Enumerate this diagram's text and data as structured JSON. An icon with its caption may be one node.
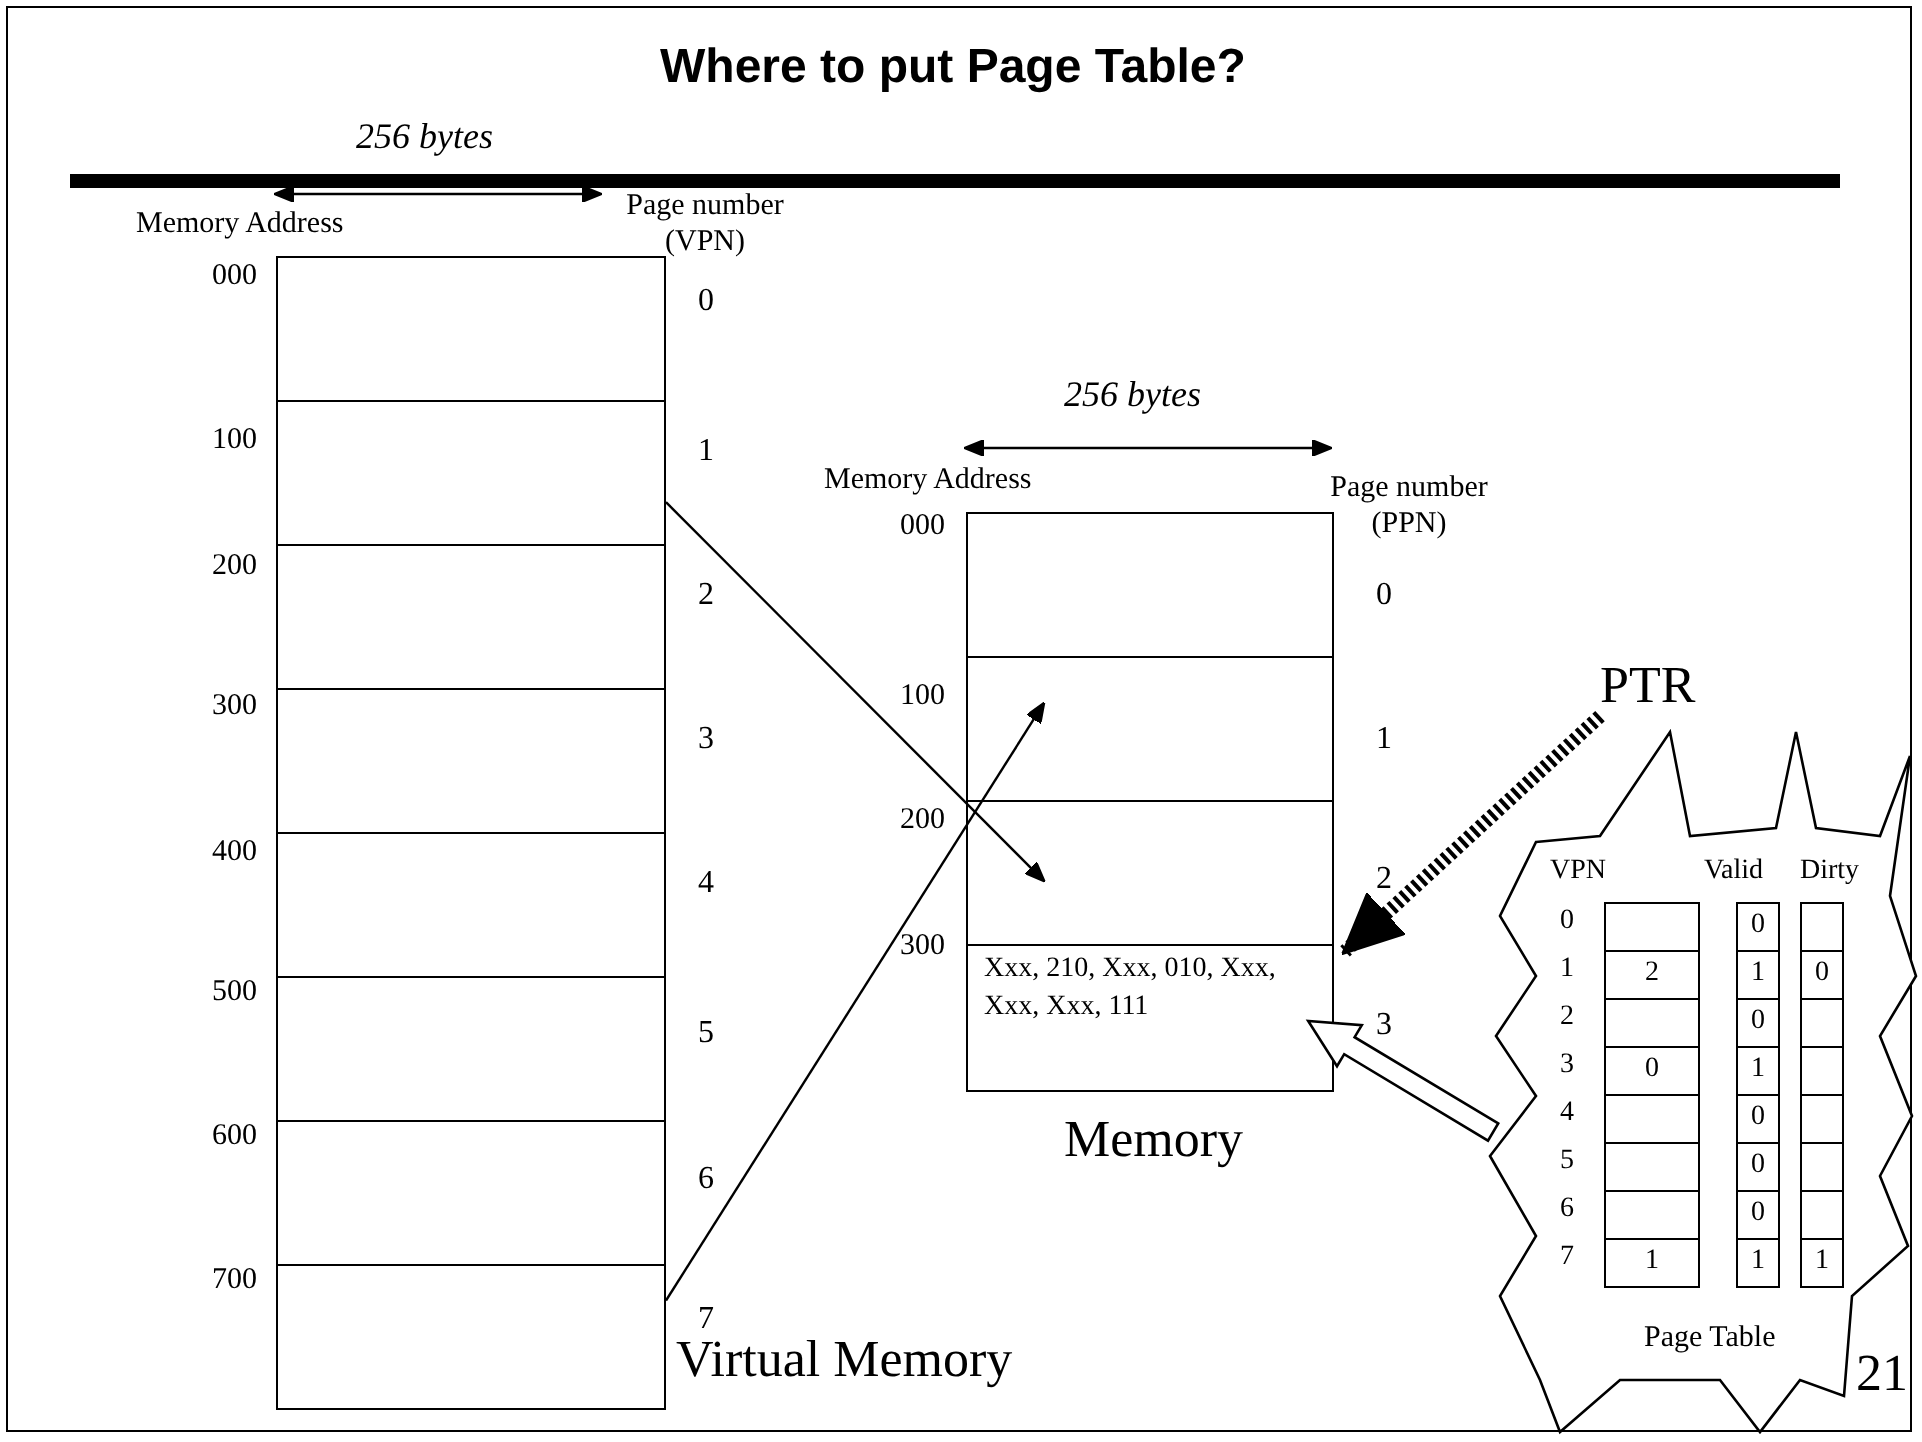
{
  "diagram": {
    "title": "Where to put Page Table?",
    "nodes": [
      {
        "text": [],
        "shape": "box",
        "beside": [
          "000",
          "0"
        ]
      },
      {
        "text": [],
        "shape": "box",
        "beside": [
          "100",
          "1"
        ]
      },
      {
        "text": [],
        "shape": "box",
        "beside": [
          "200",
          "2"
        ]
      },
      {
        "text": [],
        "shape": "box",
        "beside": [
          "300",
          "3"
        ]
      },
      {
        "text": [],
        "shape": "box",
        "beside": [
          "400",
          "4"
        ]
      },
      {
        "text": [],
        "shape": "box",
        "beside": [
          "500",
          "5"
        ]
      },
      {
        "text": [],
        "shape": "box",
        "beside": [
          "600",
          "6"
        ]
      },
      {
        "text": [],
        "shape": "box",
        "beside": [
          "700",
          "7"
        ]
      },
      {
        "text": [],
        "shape": "box",
        "beside": [
          "000",
          "0"
        ]
      },
      {
        "text": [],
        "shape": "box",
        "beside": [
          "100",
          "1"
        ]
      },
      {
        "text": [],
        "shape": "box",
        "beside": [
          "200",
          "2"
        ]
      },
      {
        "text": [
          "Xxx, 210, Xxx, 010, Xxx, Xxx, Xxx, 111"
        ],
        "beside": [
          "300",
          "3"
        ]
      },
      {
        "text": [
          "PTR"
        ]
      },
      {
        "text": [
          "Page Table"
        ]
      }
    ],
    "edges": [
      {
        "from": 1,
        "to": 10,
        "arrow": "to"
      },
      {
        "from": 7,
        "to": 9,
        "arrow": "to"
      },
      {
        "from": 12,
        "to": 11,
        "arrow": "to",
        "style": "dashed"
      },
      {
        "from": 13,
        "to": 11,
        "arrow": "to",
        "style": "thick"
      }
    ],
    "labels": [
      "256 bytes",
      "Memory Address",
      "Page number (VPN)",
      "256 bytes",
      "Memory Address",
      "Page number (PPN)",
      "Virtual Memory",
      "Memory",
      "VPN",
      "Valid",
      "Dirty",
      "0",
      "0",
      "1",
      "2",
      "1",
      "0",
      "2",
      "0",
      "3",
      "0",
      "1",
      "4",
      "0",
      "5",
      "0",
      "6",
      "0",
      "7",
      "1",
      "1",
      "1",
      "21"
    ]
  }
}
